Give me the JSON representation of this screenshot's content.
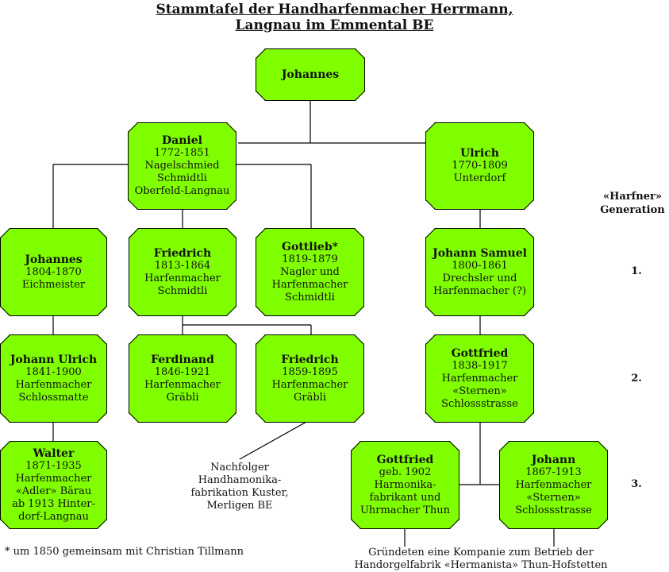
{
  "title": {
    "line1": "Stammtafel der Handharfenmacher Herrmann,",
    "line2": "Langnau im Emmental BE"
  },
  "nodes": {
    "johannes_root": {
      "name": "Johannes",
      "lines": []
    },
    "daniel": {
      "name": "Daniel",
      "lines": [
        "1772-1851",
        "Nagelschmied",
        "Schmidtli",
        "Oberfeld-Langnau"
      ]
    },
    "ulrich": {
      "name": "Ulrich",
      "lines": [
        "1770-1809",
        "Unterdorf"
      ]
    },
    "johannes_1804": {
      "name": "Johannes",
      "lines": [
        "1804-1870",
        "Eichmeister"
      ]
    },
    "friedrich_1813": {
      "name": "Friedrich",
      "lines": [
        "1813-1864",
        "Harfenmacher",
        "Schmidtli"
      ]
    },
    "gottlieb": {
      "name": "Gottlieb*",
      "lines": [
        "1819-1879",
        "Nagler und",
        "Harfenmacher",
        "Schmidtli"
      ]
    },
    "johann_samuel": {
      "name": "Johann Samuel",
      "lines": [
        "1800-1861",
        "Drechsler und",
        "Harfenmacher (?)"
      ]
    },
    "johann_ulrich": {
      "name": "Johann Ulrich",
      "lines": [
        "1841-1900",
        "Harfenmacher",
        "Schlossmatte"
      ]
    },
    "ferdinand": {
      "name": "Ferdinand",
      "lines": [
        "1846-1921",
        "Harfenmacher",
        "Gräbli"
      ]
    },
    "friedrich_1859": {
      "name": "Friedrich",
      "lines": [
        "1859-1895",
        "Harfenmacher",
        "Gräbli"
      ]
    },
    "gottfried_1838": {
      "name": "Gottfried",
      "lines": [
        "1838-1917",
        "Harfenmacher",
        "«Sternen»",
        "Schlossstrasse"
      ]
    },
    "walter": {
      "name": "Walter",
      "lines": [
        "1871-1935",
        "Harfenmacher",
        "«Adler» Bärau",
        "ab 1913 Hinter-",
        "dorf-Langnau"
      ]
    },
    "gottfried_1902": {
      "name": "Gottfried",
      "lines": [
        "geb. 1902",
        "Harmonika-",
        "fabrikant und",
        "Uhrmacher Thun"
      ]
    },
    "johann_1867": {
      "name": "Johann",
      "lines": [
        "1867-1913",
        "Harfenmacher",
        "«Sternen»",
        "Schlossstrasse"
      ]
    }
  },
  "generation": {
    "header1": "«Harfner»",
    "header2": "Generation",
    "g1": "1.",
    "g2": "2.",
    "g3": "3."
  },
  "notes": {
    "nachfolger": [
      "Nachfolger",
      "Handhamonika-",
      "fabrikation Kuster,",
      "Merligen BE"
    ],
    "footnote": "* um 1850 gemeinsam mit Christian Tillmann",
    "kompanie1": "Gründeten eine Kompanie zum Betrieb der",
    "kompanie2": "Handorgelfabrik «Hermanista» Thun-Hofstetten"
  },
  "colors": {
    "node_fill": "#80ff00",
    "line": "#000000"
  }
}
